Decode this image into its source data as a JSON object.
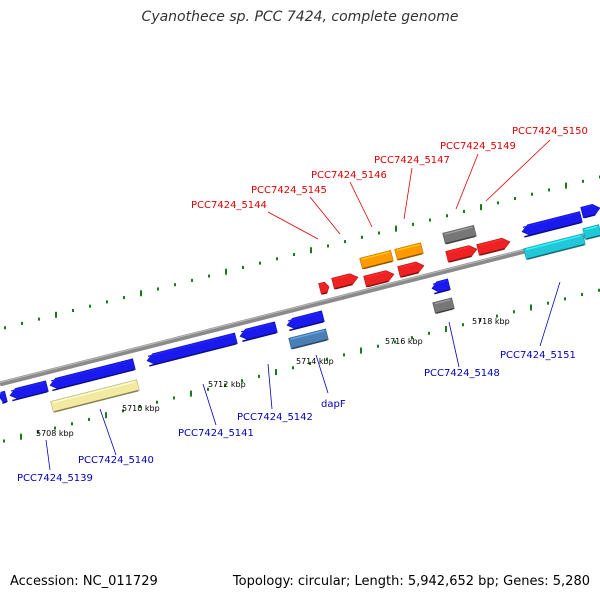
{
  "title": "Cyanothece sp. PCC 7424, complete genome",
  "footer": {
    "accession": "Accession: NC_011729",
    "summary": "Topology: circular; Length: 5,942,652 bp; Genes: 5,280"
  },
  "colors": {
    "forward_label": "#dd0000",
    "reverse_label": "#0000bb",
    "backbone": "#888888",
    "tick": "#1a7a1a"
  },
  "ticks": [
    "5708 kbp",
    "5710 kbp",
    "5712 kbp",
    "5714 kbp",
    "5716 kbp",
    "5718 kbp"
  ],
  "genes_forward": [
    {
      "label": "PCC7424_5144",
      "color": "#ee2222"
    },
    {
      "label": "PCC7424_5145",
      "color": "#ee2222"
    },
    {
      "label": "PCC7424_5146",
      "color": "#ff9900"
    },
    {
      "label": "PCC7424_5147",
      "color": "#ff9900"
    },
    {
      "label": "PCC7424_5149",
      "color": "#777777"
    },
    {
      "label": "PCC7424_5150",
      "color": "#ee2222"
    }
  ],
  "genes_reverse": [
    {
      "label": "PCC7424_5139",
      "color": "#1a1aee"
    },
    {
      "label": "PCC7424_5140",
      "color": "#f2eaa0"
    },
    {
      "label": "PCC7424_5141",
      "color": "#1a1aee"
    },
    {
      "label": "PCC7424_5142",
      "color": "#1a1aee"
    },
    {
      "label": "dapF",
      "color": "#4a7fb5"
    },
    {
      "label": "PCC7424_5148",
      "color": "#777777"
    },
    {
      "label": "PCC7424_5151",
      "color": "#22c8d8"
    }
  ]
}
